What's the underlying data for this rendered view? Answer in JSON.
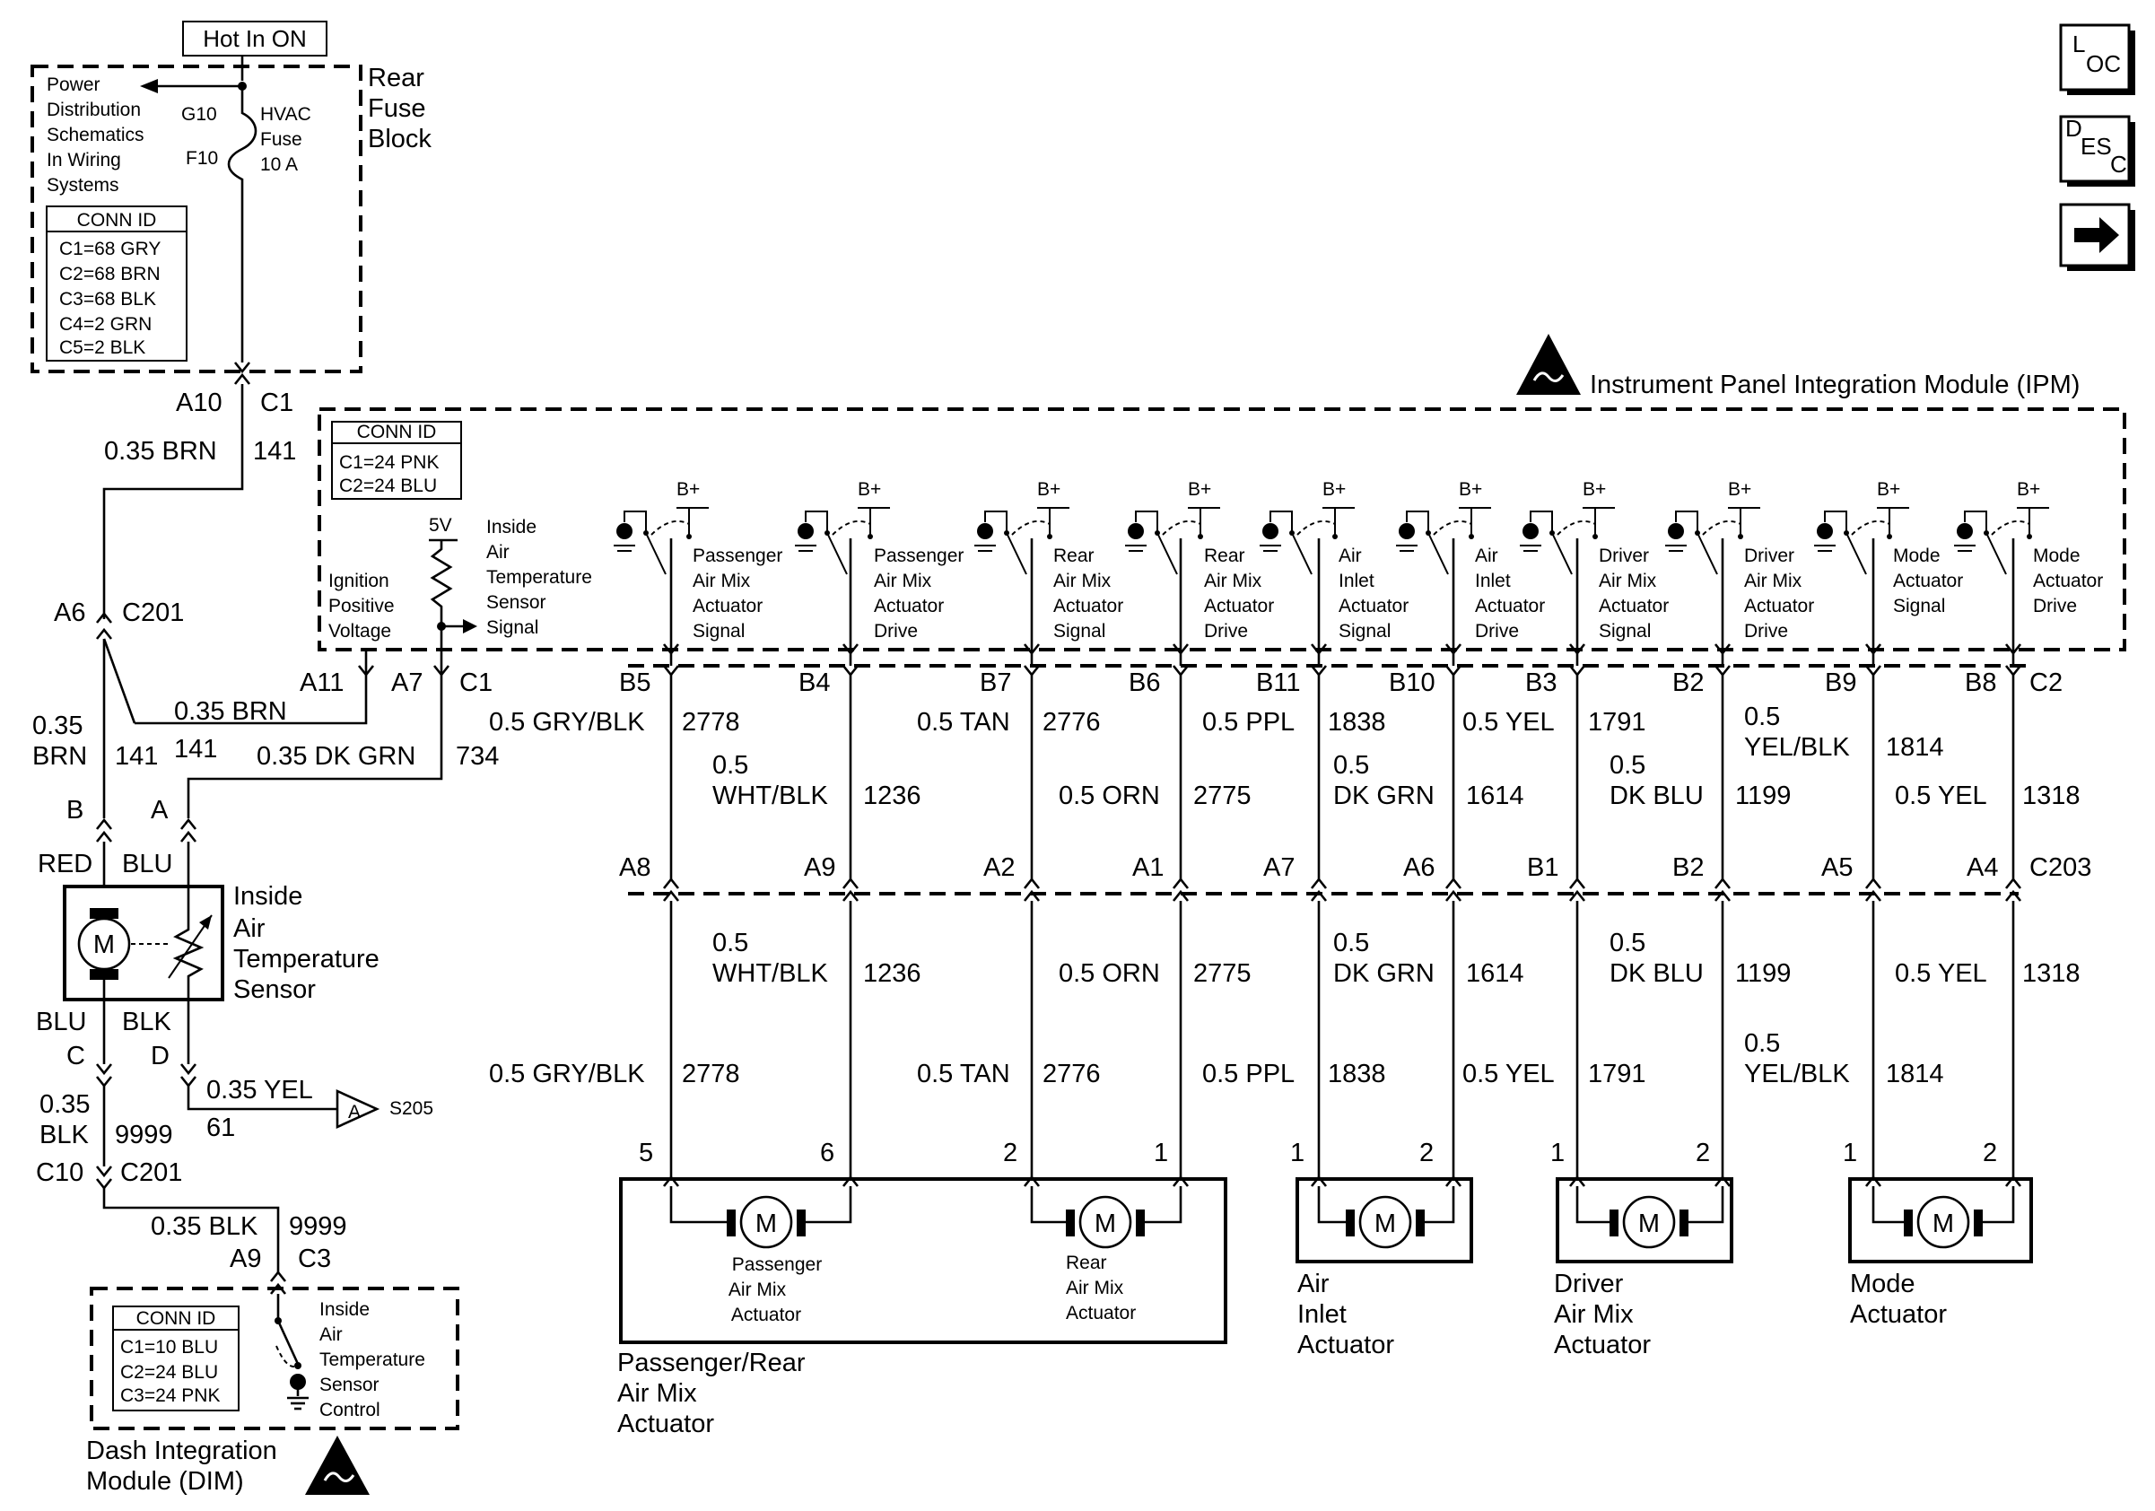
{
  "nav": {
    "loc_l": "L",
    "loc_oc": "OC",
    "desc_d": "D",
    "desc_es": "ES",
    "desc_c": "C"
  },
  "fuse_block": {
    "hot_label": "Hot In ON",
    "power_dist": [
      "Power",
      "Distribution",
      "Schematics",
      "In Wiring",
      "Systems"
    ],
    "title": [
      "Rear",
      "Fuse",
      "Block"
    ],
    "g10": "G10",
    "f10": "F10",
    "fuse": [
      "HVAC",
      "Fuse",
      "10 A"
    ],
    "conn_title": "CONN ID",
    "conn": [
      "C1=68 GRY",
      "C2=68 BRN",
      "C3=68 BLK",
      "C4=2 GRN",
      "C5=2 BLK"
    ],
    "pin_a10": "A10",
    "pin_c1": "C1"
  },
  "ipm": {
    "title": "Instrument Panel Integration Module (IPM)",
    "conn_title": "CONN ID",
    "conn": [
      "C1=24 PNK",
      "C2=24 BLU"
    ],
    "ign_label": [
      "Ignition",
      "Positive",
      "Voltage"
    ],
    "five_v": "5V",
    "sensor_signal": [
      "Inside",
      "Air",
      "Temperature",
      "Sensor",
      "Signal"
    ],
    "bplus": "B+",
    "drivers": [
      [
        "Passenger",
        "Air Mix",
        "Actuator",
        "Signal"
      ],
      [
        "Passenger",
        "Air Mix",
        "Actuator",
        "Drive"
      ],
      [
        "Rear",
        "Air Mix",
        "Actuator",
        "Signal"
      ],
      [
        "Rear",
        "Air Mix",
        "Actuator",
        "Drive"
      ],
      [
        "Air",
        "Inlet",
        "Actuator",
        "Signal"
      ],
      [
        "Air",
        "Inlet",
        "Actuator",
        "Drive"
      ],
      [
        "Driver",
        "Air Mix",
        "Actuator",
        "Signal"
      ],
      [
        "Driver",
        "Air Mix",
        "Actuator",
        "Drive"
      ],
      [
        "Mode",
        "Actuator",
        "Signal"
      ],
      [
        "Mode",
        "Actuator",
        "Drive"
      ]
    ],
    "pins_left": [
      "A11",
      "A7",
      "C1"
    ],
    "pins_right": [
      "B5",
      "B4",
      "B7",
      "B6",
      "B11",
      "B10",
      "B3",
      "B2",
      "B9",
      "B8",
      "C2"
    ]
  },
  "wires_left": {
    "w1_color": "0.35 BRN",
    "w1_circ": "141",
    "c201_a6": "A6",
    "c201": "C201",
    "w2_color": "0.35 BRN",
    "w2_circ": "141",
    "w3_color": [
      "0.35",
      "BRN"
    ],
    "w3_circ": "141",
    "w4_color": "0.35 DK GRN",
    "w4_circ": "734",
    "pin_b": "B",
    "pin_a": "A",
    "red": "RED",
    "blu": "BLU",
    "blu2": "BLU",
    "blk": "BLK",
    "pin_c": "C",
    "pin_d": "D",
    "yel": "0.35 YEL",
    "yel_circ": "61",
    "splice_a": "A",
    "splice": "S205",
    "w5_color": [
      "0.35",
      "BLK"
    ],
    "w5_circ": "9999",
    "c10": "C10",
    "c201b": "C201",
    "w6_color": "0.35 BLK",
    "w6_circ": "9999",
    "a9": "A9",
    "c3": "C3"
  },
  "sensor": {
    "motor": "M",
    "title": [
      "Inside",
      "Air",
      "Temperature",
      "Sensor"
    ]
  },
  "dim": {
    "conn_title": "CONN ID",
    "conn": [
      "C1=10 BLU",
      "C2=24 BLU",
      "C3=24 PNK"
    ],
    "control": [
      "Inside",
      "Air",
      "Temperature",
      "Sensor",
      "Control"
    ],
    "title": [
      "Dash Integration",
      "Module (DIM)"
    ]
  },
  "upper_wires": [
    {
      "color": "0.5 GRY/BLK",
      "circ": "2778"
    },
    {
      "color": [
        "0.5",
        "WHT/BLK"
      ],
      "circ": "1236"
    },
    {
      "color": "0.5 TAN",
      "circ": "2776"
    },
    {
      "color": "0.5 ORN",
      "circ": "2775"
    },
    {
      "color": "0.5 PPL",
      "circ": "1838"
    },
    {
      "color": [
        "0.5",
        "DK GRN"
      ],
      "circ": "1614"
    },
    {
      "color": "0.5 YEL",
      "circ": "1791"
    },
    {
      "color": [
        "0.5",
        "DK BLU"
      ],
      "circ": "1199"
    },
    {
      "color": [
        "0.5",
        "YEL/BLK"
      ],
      "circ": "1814"
    },
    {
      "color": "0.5 YEL",
      "circ": "1318"
    }
  ],
  "c203": {
    "name": "C203",
    "pins": [
      "A8",
      "A9",
      "A2",
      "A1",
      "A7",
      "A6",
      "B1",
      "B2",
      "A5",
      "A4"
    ]
  },
  "lower_wires": [
    {
      "color": "0.5 GRY/BLK",
      "circ": "2778"
    },
    {
      "color": [
        "0.5",
        "WHT/BLK"
      ],
      "circ": "1236"
    },
    {
      "color": "0.5 TAN",
      "circ": "2776"
    },
    {
      "color": "0.5 ORN",
      "circ": "2775"
    },
    {
      "color": "0.5 PPL",
      "circ": "1838"
    },
    {
      "color": [
        "0.5",
        "DK GRN"
      ],
      "circ": "1614"
    },
    {
      "color": "0.5 YEL",
      "circ": "1791"
    },
    {
      "color": [
        "0.5",
        "DK BLU"
      ],
      "circ": "1199"
    },
    {
      "color": [
        "0.5",
        "YEL/BLK"
      ],
      "circ": "1814"
    },
    {
      "color": "0.5 YEL",
      "circ": "1318"
    }
  ],
  "actuator_pins": [
    "5",
    "6",
    "2",
    "1",
    "1",
    "2",
    "1",
    "2",
    "1",
    "2"
  ],
  "actuators": {
    "motor": "M",
    "pass": [
      "Passenger",
      "Air Mix",
      "Actuator"
    ],
    "rear": [
      "Rear",
      "Air Mix",
      "Actuator"
    ],
    "pass_rear": [
      "Passenger/Rear",
      "Air Mix",
      "Actuator"
    ],
    "air_inlet": [
      "Air",
      "Inlet",
      "Actuator"
    ],
    "driver": [
      "Driver",
      "Air Mix",
      "Actuator"
    ],
    "mode": [
      "Mode",
      "Actuator"
    ]
  }
}
